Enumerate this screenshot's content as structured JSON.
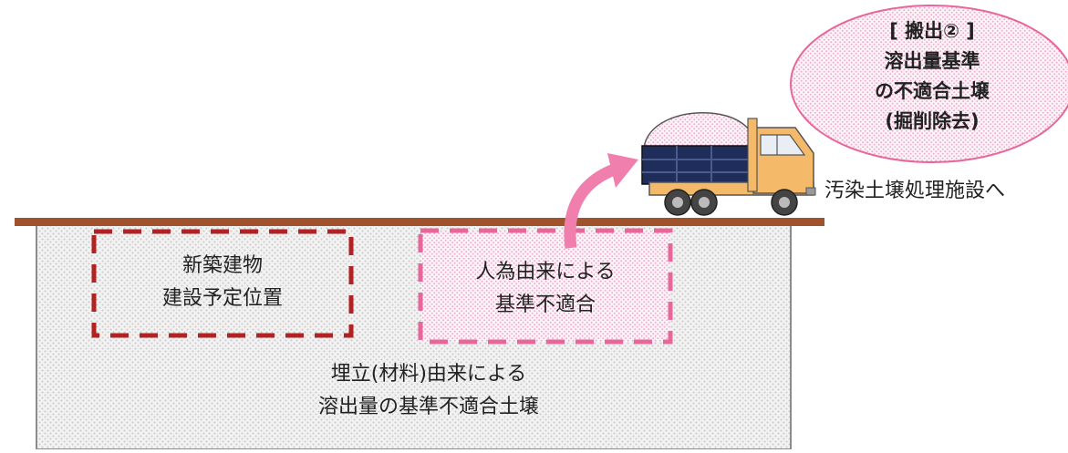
{
  "labels": {
    "new_building": [
      "新築建物",
      "建設予定位置"
    ],
    "anthropogenic": [
      "人為由来による",
      "基準不適合"
    ],
    "landfill": [
      "埋立(材料)由来による",
      "溶出量の基準不適合土壌"
    ],
    "destination": "汚染土壌処理施設へ",
    "removal_callout": [
      "[ 搬出② ]",
      "溶出量基準",
      "の不適合土壌",
      "(掘削除去)"
    ]
  },
  "colors": {
    "ground_surface": "#a0522d",
    "fill_texture": "#e6e6e6",
    "building_border": "#b22222",
    "anthropogenic_border": "#e8679a",
    "arrow": "#f07fae",
    "callout_border": "#e8679a",
    "callout_fill": "#fbe0ee",
    "truck_cab": "#f5b96a",
    "truck_bed": "#1f2d5a"
  },
  "icons": {
    "truck": "dump-truck-icon",
    "arrow": "curved-arrow-icon"
  }
}
